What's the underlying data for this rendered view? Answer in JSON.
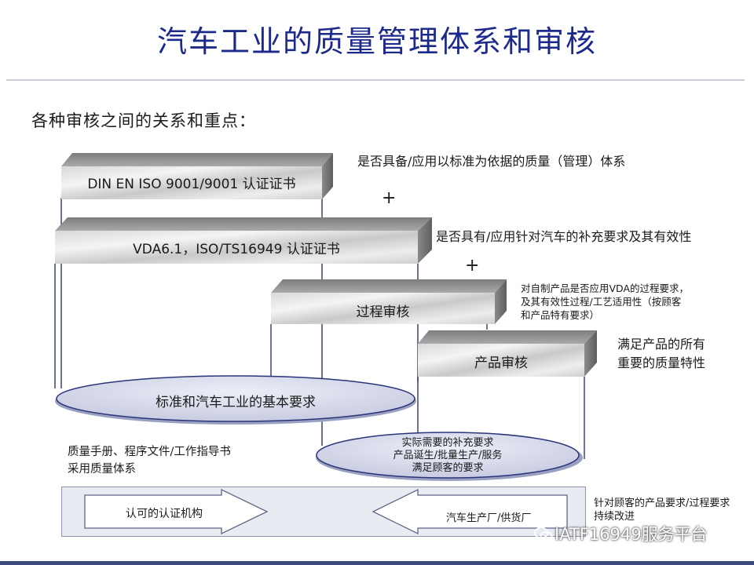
{
  "title": "汽车工业的质量管理体系和审核",
  "subtitle": "各种审核之间的关系和重点：",
  "bars": [
    {
      "label": "DIN EN ISO 9001/9001 认证证书",
      "note": "是否具备/应用以标准为依据的质量（管理）体系"
    },
    {
      "label": "VDA6.1，ISO/TS16949 认证证书",
      "note": "是否具有/应用针对汽车的补充要求及其有效性"
    },
    {
      "label": "过程审核",
      "note_lines": [
        "对自制产品是否应用VDA的过程要求，",
        "及其有效性过程/工艺适用性（按顾客",
        "和产品特有要求）"
      ]
    },
    {
      "label": "产品审核",
      "note_lines": [
        "满足产品的所有",
        "重要的质量特性"
      ]
    }
  ],
  "plus_1": "+",
  "plus_2": "+",
  "ellipse_main": "标准和汽车工业的基本要求",
  "ellipse_small_lines": [
    "实际需要的补充要求",
    "产品诞生/批量生产/服务",
    "满足顾客的要求"
  ],
  "left_notes": [
    "质量手册、程序文件/工作指导书",
    "采用质量体系"
  ],
  "arrow_left_label": "认可的认证机构",
  "arrow_right_label": "汽车生产厂/供货厂",
  "right_notes": [
    "针对顾客的产品要求/过程要求",
    "持续改进"
  ],
  "watermark": "IATF16949服务平台",
  "colors": {
    "title": "#1c2a8c",
    "ellipse_fill": "#d6d9ea",
    "ellipse_stroke": "#2a3578",
    "band": "#e9ebf3"
  }
}
